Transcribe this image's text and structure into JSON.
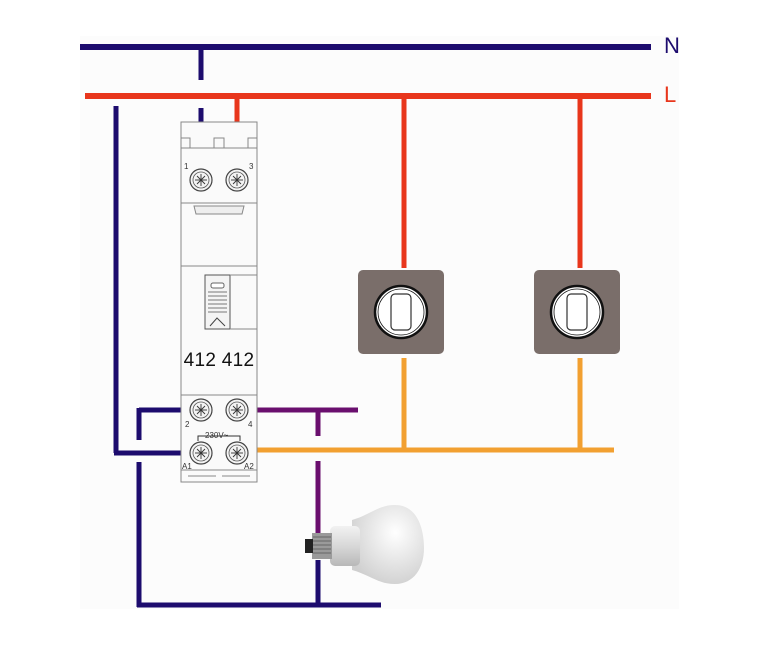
{
  "diagram": {
    "title_labels": {
      "neutral": "N",
      "live": "L"
    },
    "colors": {
      "neutral": "#1d0c6e",
      "live": "#e8361c",
      "switched_return": "#f2a031",
      "load": "#6a0f6e",
      "text_neutral": "#1d0c6e",
      "text_live": "#e8361c",
      "switch_plate": "#7a6e6a"
    },
    "relay": {
      "reference": "412 412",
      "terminals": {
        "t1": "1",
        "t3": "3",
        "t2": "2",
        "t4": "4",
        "a1": "A1",
        "a2": "A2"
      },
      "coil_voltage": "230V~"
    },
    "components": [
      {
        "type": "impulse-relay",
        "name": "412 412"
      },
      {
        "type": "push-button",
        "name": "push-button-1"
      },
      {
        "type": "push-button",
        "name": "push-button-2"
      },
      {
        "type": "lamp",
        "name": "lamp"
      }
    ]
  }
}
